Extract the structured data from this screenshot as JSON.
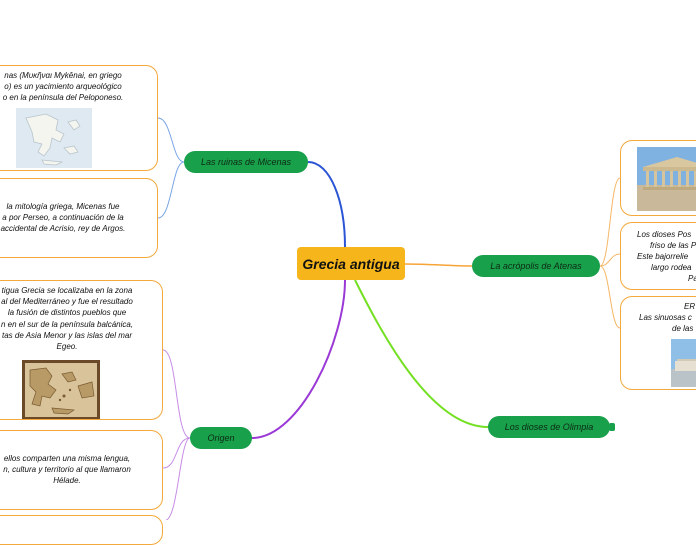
{
  "central": "Grecia antigua",
  "topics": {
    "ruinas": "Las ruinas de Micenas",
    "origen": "Origen",
    "acropolis": "La acrópolis de Atenas",
    "dioses": "Los dioses de Olimpia"
  },
  "cards": {
    "micenas_1": [
      "nas (Μυκῆναι Mykênai, en griego",
      "o) es un yacimiento arqueológico",
      "o en la península del Peloponeso."
    ],
    "micenas_2": [
      "la mitología griega, Micenas fue",
      "a por Perseo, a continuación de la",
      "accidental de Acrisio, rey de Argos."
    ],
    "origen_1": [
      "tigua Grecia se localizaba en la zona",
      "al del Mediterráneo y fue el resultado",
      "la fusión de distintos pueblos que",
      "n en el sur de la península balcánica,",
      "tas de Asia Menor y las islas del mar",
      "Egeo."
    ],
    "origen_2": [
      "ellos comparten una misma lengua,",
      "n, cultura y territorio al que llamaron",
      "Hélade."
    ],
    "acropolis_2": [
      "Los dioses Pos",
      "friso de las P",
      "Este bajorrelie",
      "largo rodea",
      "Pa"
    ],
    "acropolis_3": [
      "ER",
      "Las sinuosas c",
      "de las"
    ]
  },
  "colors": {
    "central": "#f6b51b",
    "topic": "#19a04b",
    "card_border": "#f3a93c",
    "link_ruinas": "#2b55d4",
    "link_origen": "#9b39d6",
    "link_acropolis": "#f7a437",
    "link_dioses": "#74e023"
  }
}
